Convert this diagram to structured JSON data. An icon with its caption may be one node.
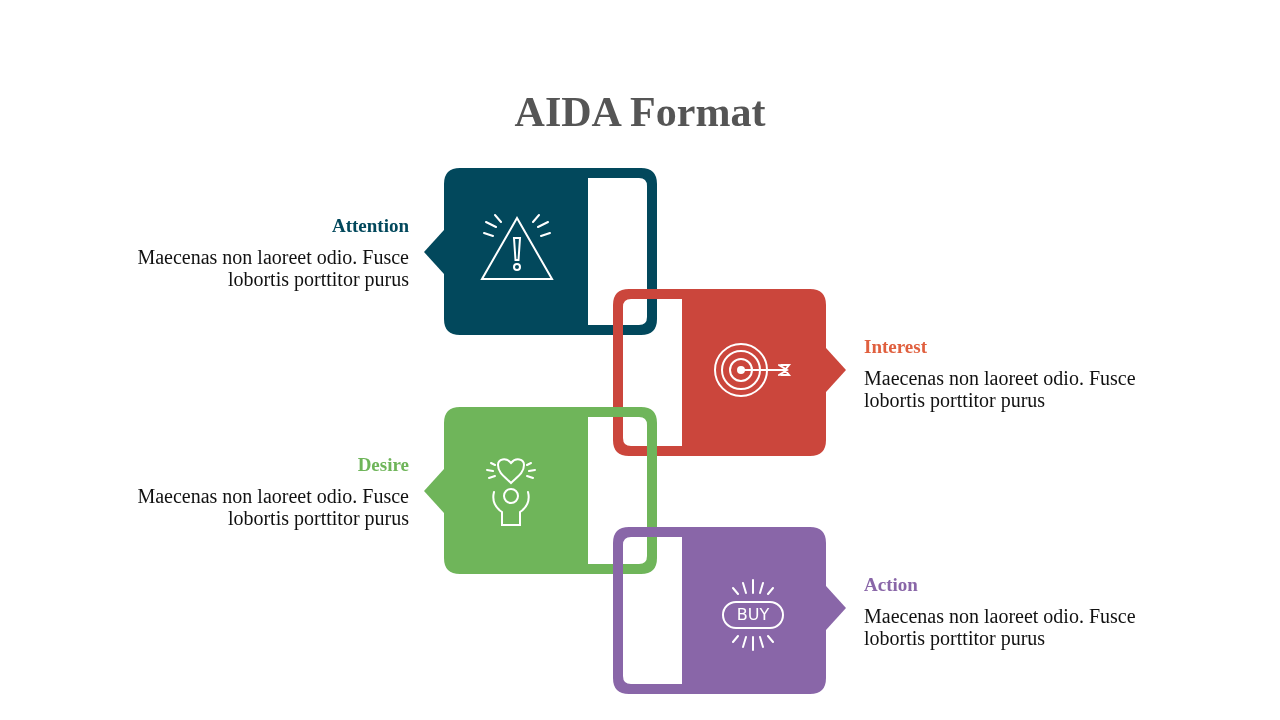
{
  "diagram": {
    "title": "AIDA Format",
    "nodes": [
      {
        "text": [
          "Attention",
          "Maecenas non laoreet odio. Fusce lobortis porttitor purus"
        ]
      },
      {
        "text": [
          "Interest",
          "Maecenas non laoreet odio. Fusce lobortis porttitor purus"
        ]
      },
      {
        "text": [
          "Desire",
          "Maecenas non laoreet odio. Fusce lobortis porttitor purus"
        ]
      },
      {
        "text": [
          "Action",
          "Maecenas non laoreet odio. Fusce lobortis porttitor purus"
        ]
      }
    ],
    "labels": [
      "BUY"
    ]
  }
}
